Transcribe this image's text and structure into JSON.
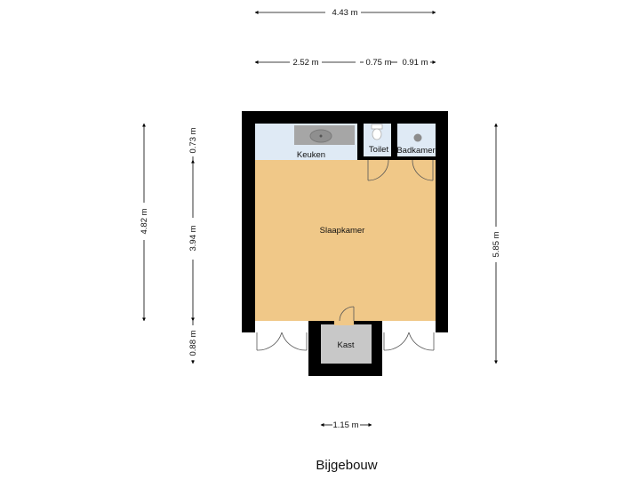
{
  "plan_title": "Bijgebouw",
  "colors": {
    "wall": "#000000",
    "main_room_fill": "#f0c888",
    "wet_room_fill": "#dfeaf5",
    "closet_fill": "#c8c8c8",
    "fixture_gray": "#a6a6a6",
    "dimension_line": "#000000"
  },
  "rooms": {
    "slaapkamer": "Slaapkamer",
    "keuken": "Keuken",
    "toilet": "Toilet",
    "badkamer": "Badkamer",
    "kast": "Kast"
  },
  "dimensions": {
    "total_width": "4.43 m",
    "seg_a": "2.52 m",
    "seg_b": "0.75 m",
    "seg_c": "0.91 m",
    "kast_width": "1.15 m",
    "left_total": "4.82 m",
    "left_top": "0.73 m",
    "left_middle": "3.94 m",
    "left_bottom": "0.88 m",
    "right_total": "5.85 m"
  },
  "icons": [
    "sink-icon",
    "toilet-icon",
    "shower-drain-icon",
    "door-swing-icon",
    "arrow-icon"
  ]
}
